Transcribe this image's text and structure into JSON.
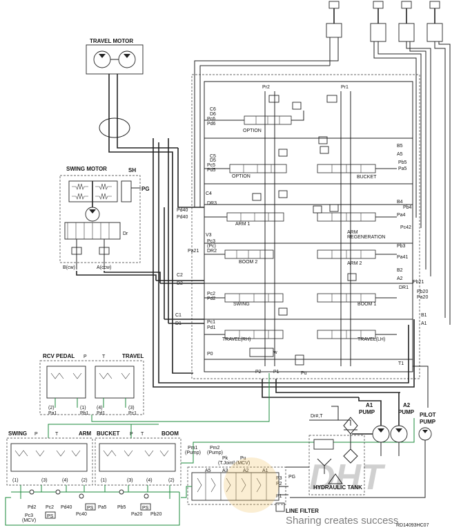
{
  "labels": {
    "travel_motor": "TRAVEL MOTOR",
    "swing_motor": "SWING MOTOR",
    "sh": "SH",
    "pg": "PG",
    "dr": "Dr",
    "b_cw": "B(cw)",
    "a_ccw": "A(ccw)",
    "pr2": "Pr2",
    "pr1": "Pr1",
    "option_upper": "OPTION",
    "option_lower": "OPTION",
    "bucket": "BUCKET",
    "arm1": "ARM 1",
    "arm_regen": "ARM",
    "arm_regen2": "REGENERATION",
    "boom2": "BOOM 2",
    "arm2": "ARM 2",
    "swing": "SWING",
    "boom1": "BOOM 1",
    "travel_rh": "TRAVEL(RH)",
    "travel_lh": "TRAVEL(LH)",
    "c6": "C6",
    "d6": "D6",
    "pc6": "Pc6",
    "pd6": "Pd6",
    "c5": "C5",
    "d5": "D5",
    "pc5": "Pc5",
    "pd5": "Pd5",
    "c4": "C4",
    "dr3": "DR3",
    "pd40": "Pd40",
    "pd40b": "Pd40",
    "v3": "V3",
    "pc3": "Pc3",
    "pc3b": "(Pc)",
    "dr2": "DR2",
    "pa21": "Pa21",
    "c2": "C2",
    "d2": "D2",
    "pc2": "Pc2",
    "pd2": "Pd2",
    "c1": "C1",
    "d1": "D1",
    "pc1": "Pc1",
    "pd1": "Pd1",
    "p0": "P0",
    "b5": "B5",
    "a5": "A5",
    "pb5": "Pb5",
    "pa5": "Pa5",
    "b4": "B4",
    "pb4": "Pb4",
    "pa4": "Pa4",
    "pc42": "Pc42",
    "pb3": "Pb3",
    "pa41": "Pa41",
    "b2": "B2",
    "a2": "A2",
    "dr1": "DR1",
    "pb21": "Pb21",
    "pb20": "Pb20",
    "pa20": "Pa20",
    "b1": "B1",
    "a1": "A1",
    "t1": "T1",
    "p2": "P2",
    "p1": "P1",
    "pu": "Pu",
    "cw": "cw",
    "rcv_pedal": "RCV PEDAL",
    "travel_pedal": "TRAVEL",
    "p_port": "P",
    "t_port": "T",
    "ped_2": "(2)",
    "ped_1": "(1)",
    "ped_4": "(4)",
    "ped_3": "(3)",
    "pa1": "Pa1",
    "pb1": "Pb1",
    "pd1b": "Pd1",
    "pc1b": "Pc1",
    "swing_lever": "SWING",
    "arm_lever": "ARM",
    "bucket_lever": "BUCKET",
    "boom_lever": "BOOM",
    "lv1": "(1)",
    "lv3": "(3)",
    "lv4": "(4)",
    "lv2": "(2)",
    "pd2b": "Pd2",
    "pc2b": "Pc2",
    "pd40c": "Pd40",
    "pc40": "Pc40",
    "pa5b": "Pa5",
    "pb5b": "Pb5",
    "pa20b": "Pa20",
    "pb20b": "Pb20",
    "pc3c": "Pc3",
    "mcv": "(MCV)",
    "ps": "PS",
    "a1_pump": "A1",
    "a2_pump": "A2",
    "pump": "PUMP",
    "pilot": "PILOT",
    "drt": "Dr#,T",
    "hydraulic_tank": "HYDRAULIC TANK",
    "line_filter": "LINE FILTER",
    "pm1": "Pm1",
    "pm1b": "(Pump)",
    "pm2": "Pm2",
    "pm2b": "(Pump)",
    "pk": "Pk",
    "pkb": "(T.Joint)",
    "pu2": "Pu",
    "pu2b": "(MCV)",
    "sol_a5": "A5",
    "sol_a3": "A3",
    "sol_a2": "A2",
    "sol_a1": "A1",
    "pg2": "PG",
    "p3": "P3",
    "p2b": "P2",
    "p1b": "P1",
    "sharing": "Sharing creates success",
    "drawing_no": "RD14093HC07"
  },
  "colors": {
    "line": "#222222",
    "pilot_line": "#1a8a3a",
    "watermark": "#f0c060"
  }
}
